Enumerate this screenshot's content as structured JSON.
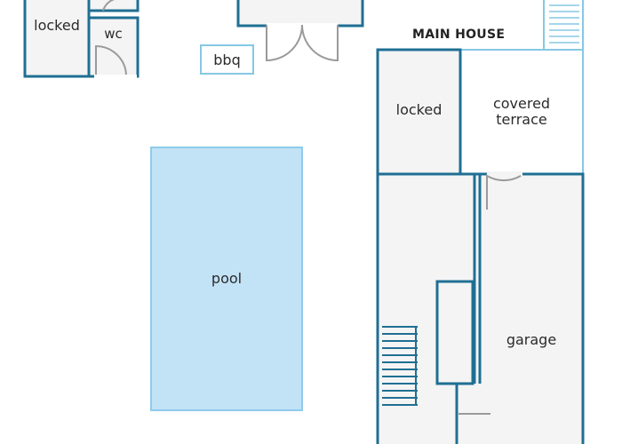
{
  "colors": {
    "wall": "#1f6f93",
    "wall_light": "#86c8e4",
    "door": "#9a9a9a",
    "room_fill": "#f4f4f4",
    "pool_fill": "#c2e2f6",
    "pool_stroke": "#8ecbeb"
  },
  "labels": {
    "main_house": "MAIN HOUSE",
    "locked_top": "locked",
    "wc": "wc",
    "bbq": "bbq",
    "pool": "pool",
    "locked_house": "locked",
    "covered_terrace_line1": "covered",
    "covered_terrace_line2": "terrace",
    "garage": "garage"
  }
}
